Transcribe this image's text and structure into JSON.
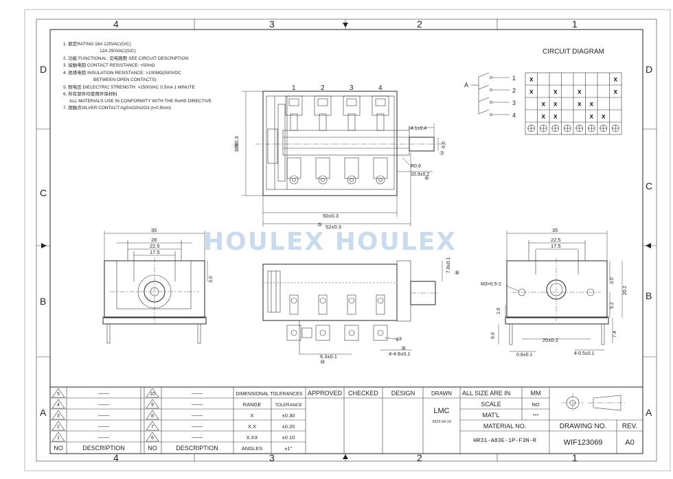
{
  "zone_numbers": {
    "top": [
      "4",
      "3",
      "2",
      "1"
    ],
    "bottom": [
      "4",
      "3",
      "2",
      "1"
    ]
  },
  "zone_letters": {
    "left": [
      "D",
      "C",
      "B",
      "A"
    ],
    "right": [
      "D",
      "C",
      "B",
      "A"
    ]
  },
  "watermark": "HOULEX HOULEX",
  "specs": [
    "1. 额定RATING:16A  125VAC(G/C)",
    "12A  250VAC(G/C)",
    "2. 功能 FUNCTIONAL: 见电路图 SEE CIRCUIT DESCRIPTION",
    "3. 接触电阻 CONTACT RESISTANCE: <50mΩ",
    "4. 绝缘电阻 INSULATION RESISTANCE: >100MΩ(500VDC",
    "BETWEEN OPEN CONTACTS)",
    "5. 耐电压 DIELECTRIC STRENGTH: >1500VAC 0.5mA 1 MINUTE",
    "6. 所有部件均使用环保材料",
    "ALL MATERIALS USE IN CONFORMITY  WITH THE RoHS DIRECTIVE",
    "7. 银触点SILVER CONTACT:AgSnO2In2O3 (t=0.5mm)"
  ],
  "circuit": {
    "title": "CIRCUIT DIAGRAM",
    "common_label": "A",
    "position_labels": [
      "1",
      "2",
      "3",
      "4"
    ],
    "cells": [
      [
        "x",
        "",
        "",
        "",
        "",
        "",
        "",
        "x"
      ],
      [
        "x",
        "",
        "x",
        "",
        "x",
        "",
        "",
        "x"
      ],
      [
        "",
        "x",
        "x",
        "",
        "x",
        "x",
        "",
        ""
      ],
      [
        "",
        "x",
        "x",
        "",
        "",
        "x",
        "x",
        ""
      ]
    ]
  },
  "top_view": {
    "terminal_numbers": [
      "1",
      "2",
      "3",
      "4"
    ],
    "dims": {
      "height": "38±0.3",
      "body": "50±0.3",
      "total": "52±0.3",
      "shaft_len": "14.1±0.4",
      "shaft_dia": "6.0",
      "radius": "R0.6",
      "step": "10.9±0.2"
    },
    "markers": [
      "④",
      "⑤",
      "⑥",
      "⑦"
    ]
  },
  "left_view": {
    "dims": {
      "w35": "35",
      "w28": "28",
      "w225": "22.5",
      "w175": "17.5",
      "h30": "3.0"
    }
  },
  "front_view": {
    "dims": {
      "shaft": "7.8±0.1",
      "hole": "φ3",
      "pitch": "4-4.8±0.1",
      "offset": "6.3±0.1"
    },
    "markers": [
      "⑧",
      "⑨",
      "⑩"
    ]
  },
  "right_view": {
    "dims": {
      "w35": "35",
      "w225": "22.5",
      "w175": "17.5",
      "h30": "3.0",
      "h202": "20.2",
      "h92": "9.2",
      "h74": "7.4",
      "h16": "1.6",
      "h90": "9.0",
      "pins": "20±0.2",
      "pin_t": "0.8±0.1",
      "pin_w": "4-0.5±0.1",
      "screw": "M3×0.5-2"
    }
  },
  "revisions": {
    "left_nos": [
      "5",
      "4",
      "3",
      "2",
      "1"
    ],
    "right_nos": [
      "10",
      "9",
      "8",
      "7",
      "6"
    ],
    "no_header": "NO",
    "desc_header": "DESCRIPTION",
    "dash": "——"
  },
  "tolerances": {
    "title": "DIMENSIONAL TOLERANCES",
    "col_range": "RANGE",
    "col_tol": "TOLERANCE",
    "rows": [
      [
        "X",
        "±0.30"
      ],
      [
        "X.X",
        "±0.20"
      ],
      [
        "X.XX",
        "±0.10"
      ],
      [
        "ANGLES",
        "±1°"
      ]
    ]
  },
  "approvals": {
    "approved": "APPROVED",
    "checked": "CHECKED",
    "design": "DESIGN",
    "drawn": "DRAWN",
    "drawn_name": "LMC",
    "drawn_date": "2023.04.10"
  },
  "info": {
    "all_size": "ALL SIZE ARE IN",
    "unit": "MM",
    "scale_label": "SCALE",
    "scale_value": "NO",
    "mat_label": "MAT'L",
    "mat_value": "***",
    "material_no_label": "MATERIAL NO.",
    "material_no": "HR31-A83E-1P-F3N-R",
    "drawing_no_label": "DRAWING NO.",
    "drawing_no": "WIF123069",
    "rev_label": "REV.",
    "rev": "A0"
  }
}
